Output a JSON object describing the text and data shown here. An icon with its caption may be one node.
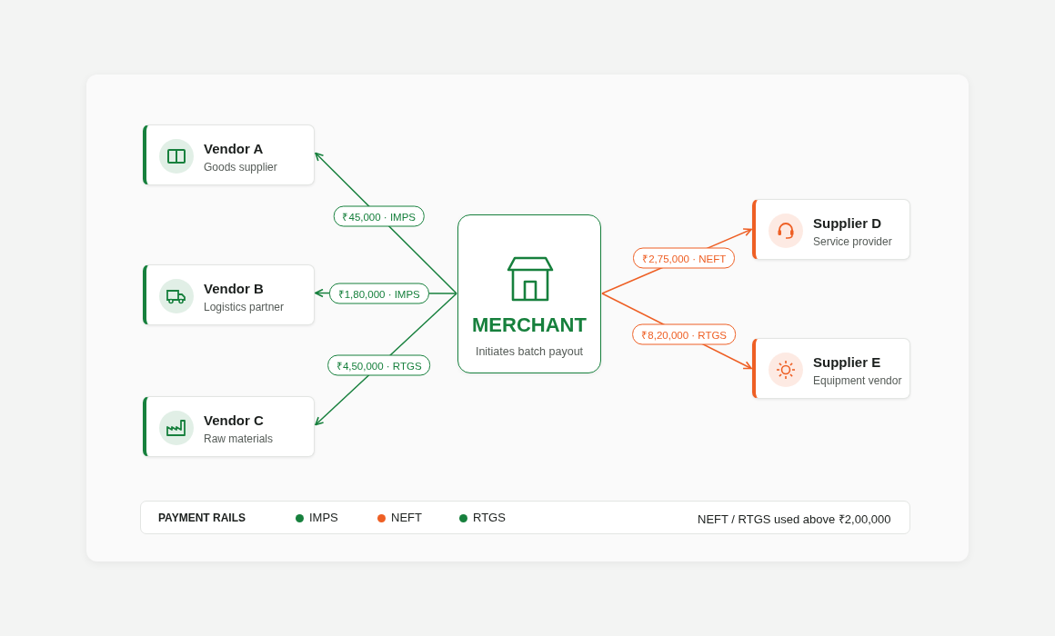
{
  "diagram": {
    "nodes": [
      {
        "text": [
          "MERCHANT",
          "Initiates batch payout"
        ]
      },
      {
        "text": [
          "Vendor A",
          "Goods supplier"
        ]
      },
      {
        "text": [
          "Vendor B",
          "Logistics partner"
        ]
      },
      {
        "text": [
          "Vendor C",
          "Raw materials"
        ]
      },
      {
        "text": [
          "Supplier D",
          "Service provider"
        ]
      },
      {
        "text": [
          "Supplier E",
          "Equipment vendor"
        ]
      }
    ],
    "edges": [
      {
        "from": 0,
        "to": 1,
        "arrow": "to",
        "label": "₹45,000 · IMPS"
      },
      {
        "from": 0,
        "to": 2,
        "arrow": "to",
        "label": "₹1,80,000 · IMPS"
      },
      {
        "from": 0,
        "to": 3,
        "arrow": "to",
        "label": "₹4,50,000 · RTGS"
      },
      {
        "from": 0,
        "to": 4,
        "arrow": "to",
        "label": "₹2,75,000 · NEFT",
        "color": "#ee5f24"
      },
      {
        "from": 0,
        "to": 5,
        "arrow": "to",
        "label": "₹8,20,000 · RTGS",
        "color": "#ee5f24"
      }
    ],
    "labels": [
      "PAYMENT RAILS",
      "NEFT / RTGS used above ₹2,00,000"
    ],
    "legend": [
      {
        "text": "IMPS",
        "color": "#17803d"
      },
      {
        "text": "NEFT",
        "color": "#ee5f24"
      },
      {
        "text": "RTGS",
        "color": "#17803d"
      }
    ]
  }
}
